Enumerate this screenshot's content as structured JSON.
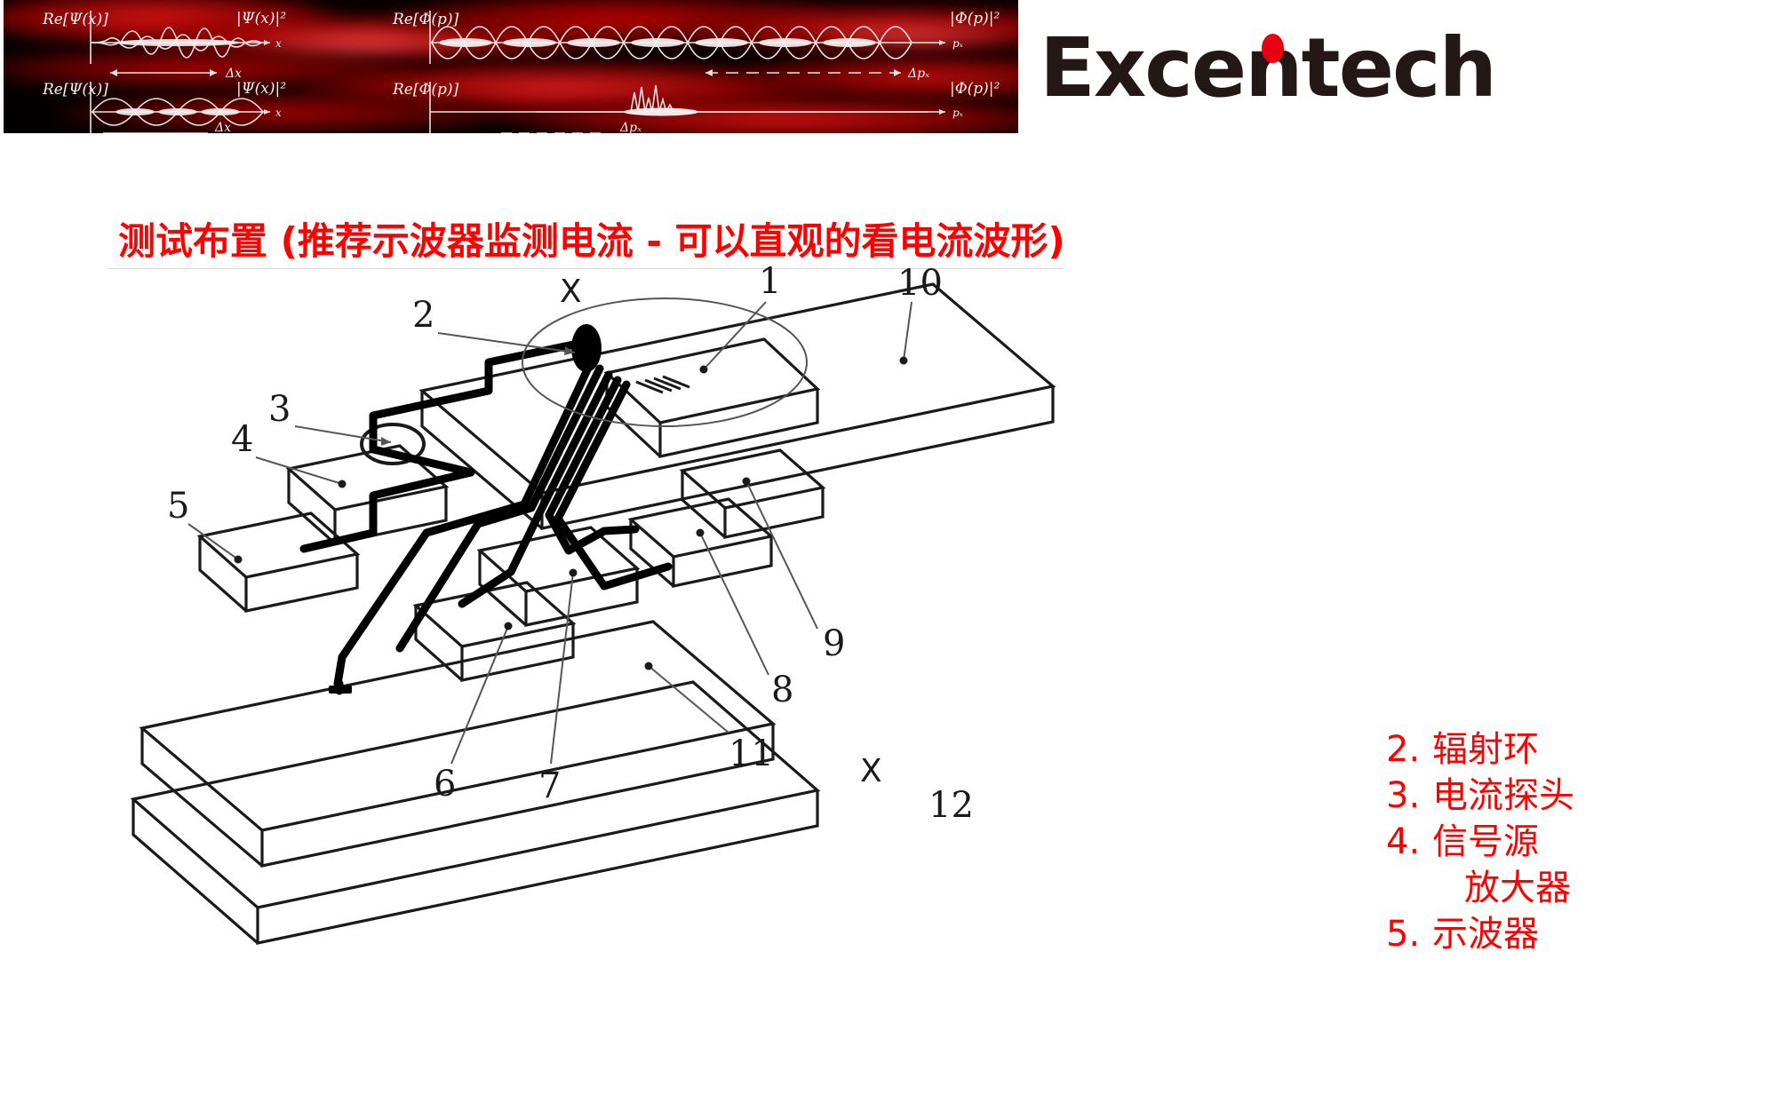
{
  "header": {
    "banner": {
      "alt_name": "quantum-wavefunction-banner",
      "panels": [
        {
          "id": "p1",
          "label": "Re[Ψ(x)]"
        },
        {
          "id": "p2",
          "label": "|Ψ(x)|²"
        },
        {
          "id": "p3",
          "label": "Re[Φ(p)]"
        },
        {
          "id": "p4",
          "label": "|Φ(p)|²"
        },
        {
          "id": "p5",
          "label": "Re[Ψ(x)]"
        },
        {
          "id": "p6",
          "label": "|Ψ(x)|²"
        },
        {
          "id": "p7",
          "label": "Re[Φ(p)]"
        },
        {
          "id": "p8",
          "label": "|Φ(p)|²"
        }
      ],
      "axis_x": "x",
      "axis_p": "pₓ",
      "delta_x": "Δx",
      "delta_p": "Δpₓ"
    },
    "logo": {
      "text": "Excentech",
      "brand_color": "#231815",
      "dot_color": "#e60012"
    }
  },
  "title": {
    "text": "测试布置 (推荐示波器监测电流 - 可以直观的看电流波形)",
    "color": "#ff0000"
  },
  "diagram": {
    "name": "test-setup-isometric-diagram",
    "callouts": [
      {
        "id": "1",
        "text": "1"
      },
      {
        "id": "2",
        "text": "2"
      },
      {
        "id": "3",
        "text": "3"
      },
      {
        "id": "4",
        "text": "4"
      },
      {
        "id": "5",
        "text": "5"
      },
      {
        "id": "6",
        "text": "6"
      },
      {
        "id": "7",
        "text": "7"
      },
      {
        "id": "8",
        "text": "8"
      },
      {
        "id": "9",
        "text": "9"
      },
      {
        "id": "10",
        "text": "10"
      },
      {
        "id": "11",
        "text": "11"
      },
      {
        "id": "12",
        "text": "12"
      }
    ],
    "section_marks": [
      {
        "id": "x-top",
        "text": "X"
      },
      {
        "id": "x-bottom",
        "text": "X"
      }
    ]
  },
  "legend": {
    "color": "#ff0000",
    "items": [
      {
        "num": "2.",
        "label": "辐射环",
        "continuation": ""
      },
      {
        "num": "3.",
        "label": "电流探头",
        "continuation": ""
      },
      {
        "num": "4.",
        "label": "信号源",
        "continuation": "放大器"
      },
      {
        "num": "5.",
        "label": "示波器",
        "continuation": ""
      }
    ]
  }
}
